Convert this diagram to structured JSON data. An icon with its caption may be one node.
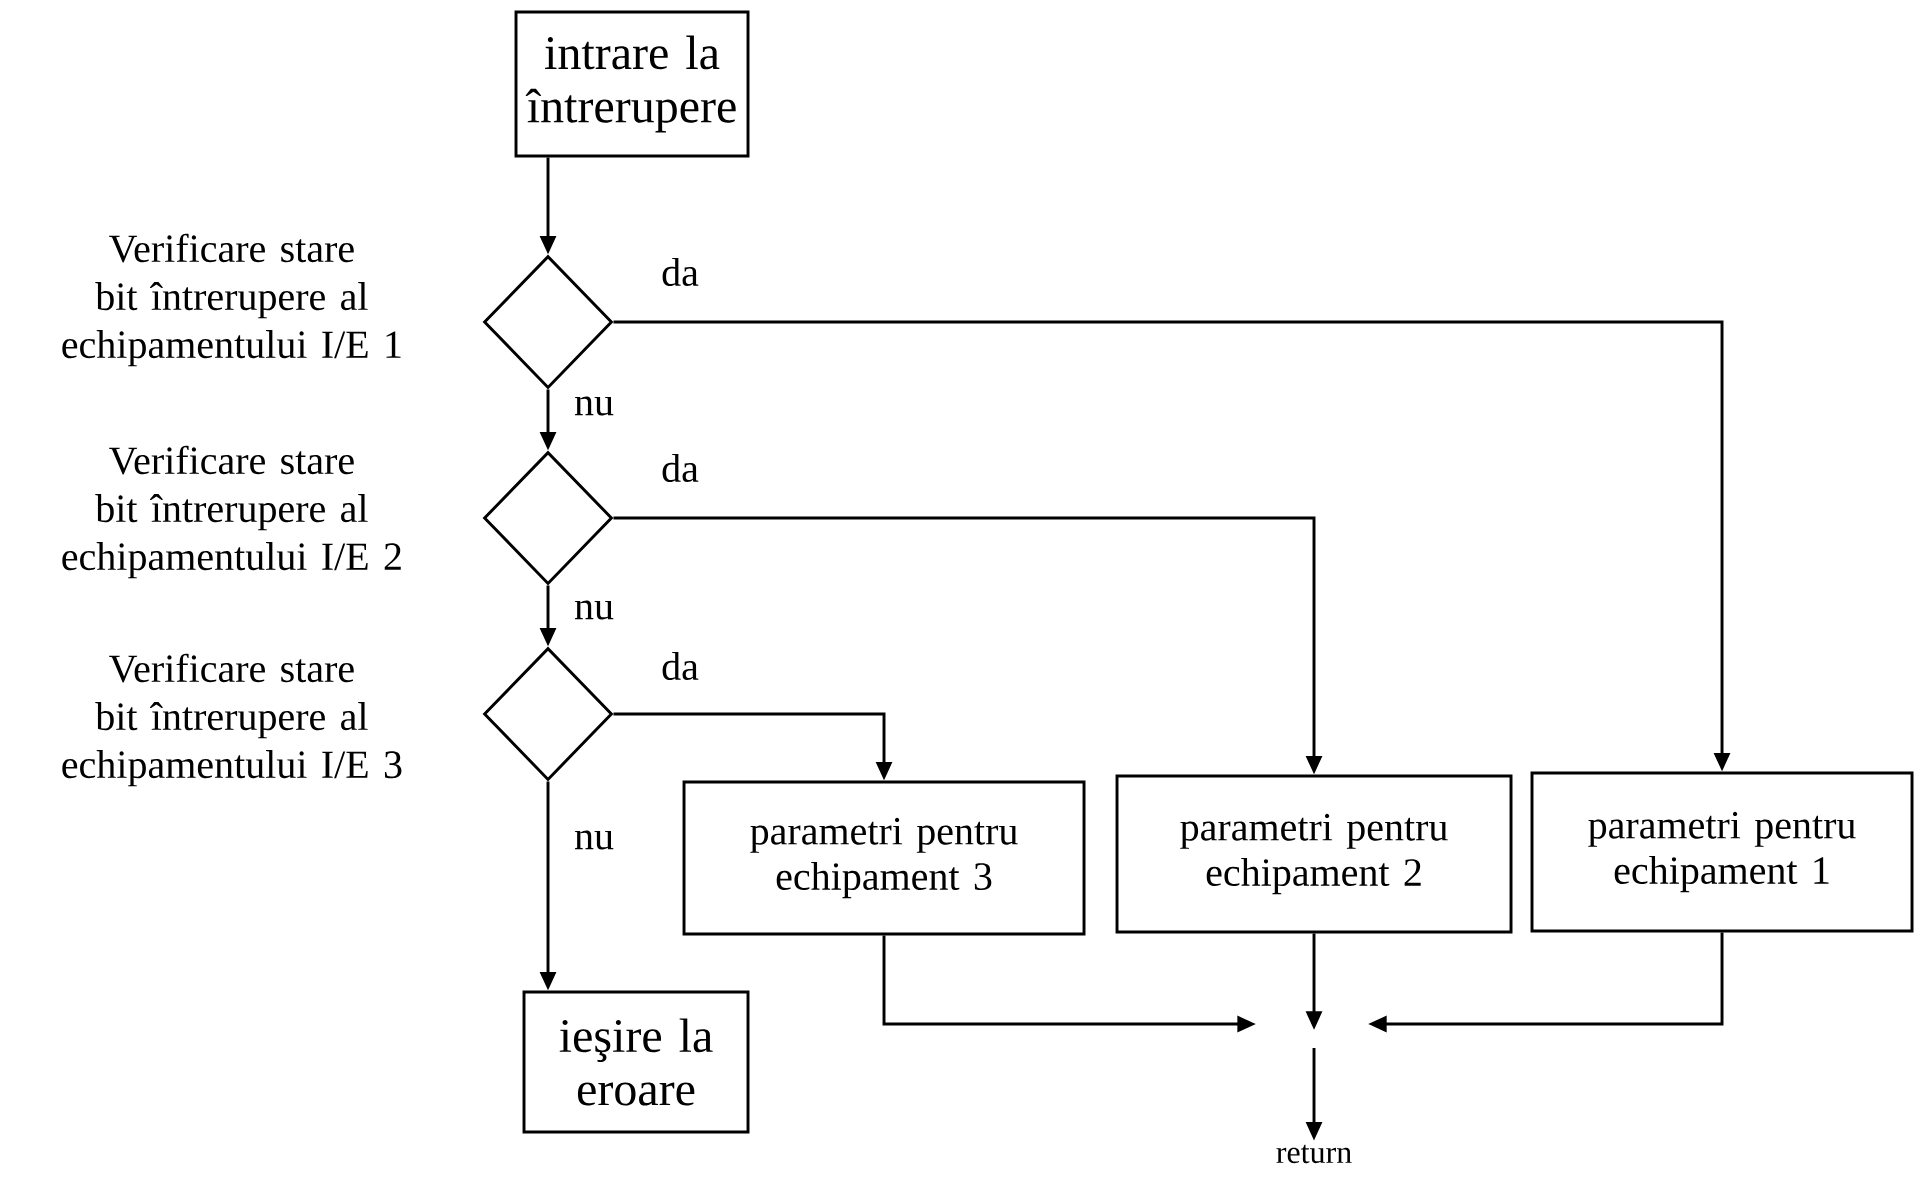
{
  "diagram": {
    "nodes": [
      {
        "text": [
          "intrare la întrerupere"
        ]
      },
      {
        "text": [],
        "shape": "diamond",
        "beside": [
          "Verificare stare bit întrerupere al echipamentului I/E 1"
        ]
      },
      {
        "text": [],
        "shape": "diamond",
        "beside": [
          "Verificare stare bit întrerupere al echipamentului I/E 2"
        ]
      },
      {
        "text": [],
        "shape": "diamond",
        "beside": [
          "Verificare stare bit întrerupere al echipamentului I/E 3"
        ]
      },
      {
        "text": [
          "parametri pentru echipament 3"
        ]
      },
      {
        "text": [
          "parametri pentru echipament 2"
        ]
      },
      {
        "text": [
          "parametri pentru echipament 1"
        ]
      },
      {
        "text": [
          "ieşire la eroare"
        ]
      },
      {
        "text": [
          "return"
        ]
      }
    ],
    "edges": [
      {
        "from": 0,
        "to": 1,
        "arrow": "to"
      },
      {
        "from": 1,
        "to": 6,
        "arrow": "to",
        "label": "da"
      },
      {
        "from": 1,
        "to": 2,
        "arrow": "to",
        "label": "nu"
      },
      {
        "from": 2,
        "to": 5,
        "arrow": "to",
        "label": "da"
      },
      {
        "from": 2,
        "to": 3,
        "arrow": "to",
        "label": "nu"
      },
      {
        "from": 3,
        "to": 4,
        "arrow": "to",
        "label": "da"
      },
      {
        "from": 3,
        "to": 7,
        "arrow": "to",
        "label": "nu"
      },
      {
        "from": 4,
        "to": null,
        "arrow": "to"
      },
      {
        "from": 5,
        "to": null,
        "arrow": "to"
      },
      {
        "from": 6,
        "to": null,
        "arrow": "to"
      },
      {
        "from": null,
        "to": 8,
        "arrow": "to"
      }
    ]
  }
}
